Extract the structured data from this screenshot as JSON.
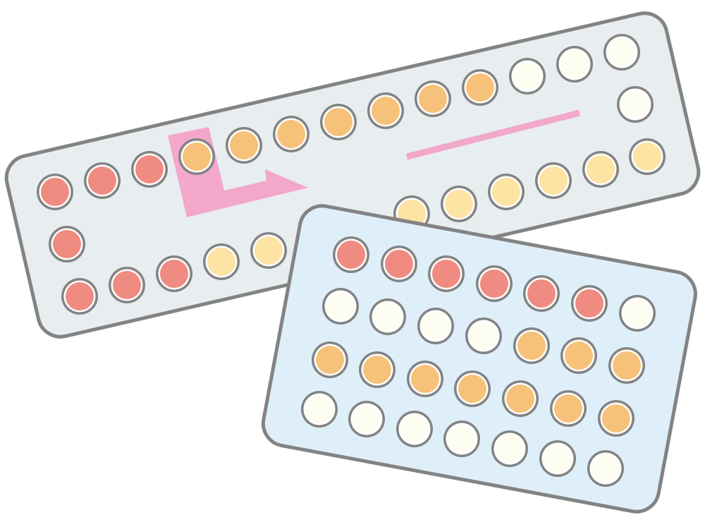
{
  "colors": {
    "outline": "#838383",
    "back_pack_fill": "#e8edf0",
    "front_pack_fill": "#dfeffa",
    "arrow_pink": "#f2a7cb",
    "pill_ring": "#ffffff",
    "red": "#ef8b81",
    "orange": "#f6c279",
    "yellow": "#fde3a4",
    "cream": "#fdfdf1"
  },
  "back_pack": {
    "pills": [
      "red",
      "red",
      "red",
      "orange",
      "orange",
      "orange",
      "orange",
      "orange",
      "orange",
      "orange",
      "cream",
      "cream",
      "cream",
      "cream",
      "yellow",
      "yellow",
      "yellow",
      "yellow",
      "yellow",
      "yellow",
      "red",
      "red",
      "red",
      "red",
      "yellow",
      "yellow"
    ]
  },
  "front_pack": {
    "pills": [
      "red",
      "red",
      "red",
      "red",
      "red",
      "red",
      "cream",
      "cream",
      "cream",
      "cream",
      "cream",
      "orange",
      "orange",
      "orange",
      "orange",
      "orange",
      "orange",
      "orange",
      "orange",
      "orange",
      "orange",
      "cream",
      "cream",
      "cream",
      "cream",
      "cream",
      "cream",
      "cream"
    ]
  }
}
